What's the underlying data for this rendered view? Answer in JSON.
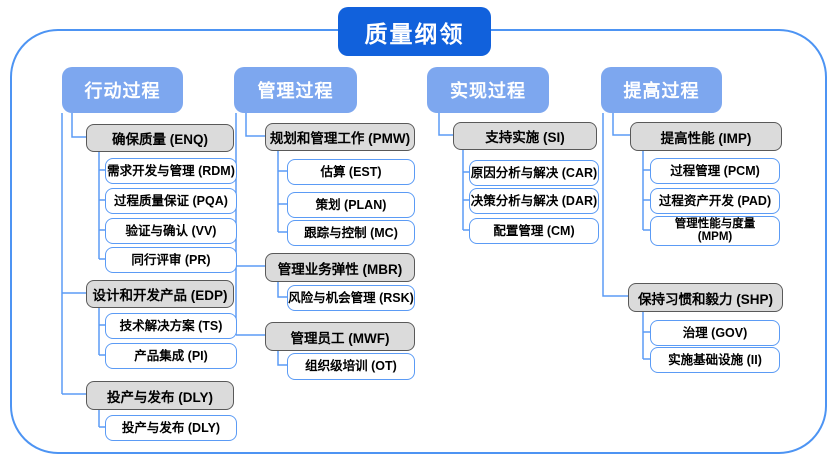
{
  "title": "质量纲领",
  "columns": [
    {
      "header": "行动过程",
      "groups": [
        {
          "label": "确保质量 (ENQ)",
          "children": [
            "需求开发与管理 (RDM)",
            "过程质量保证 (PQA)",
            "验证与确认 (VV)",
            "同行评审 (PR)"
          ]
        },
        {
          "label": "设计和开发产品 (EDP)",
          "children": [
            "技术解决方案 (TS)",
            "产品集成 (PI)"
          ]
        },
        {
          "label": "投产与发布 (DLY)",
          "children": [
            "投产与发布 (DLY)"
          ]
        }
      ]
    },
    {
      "header": "管理过程",
      "groups": [
        {
          "label": "规划和管理工作 (PMW)",
          "children": [
            "估算 (EST)",
            "策划 (PLAN)",
            "跟踪与控制 (MC)"
          ]
        },
        {
          "label": "管理业务弹性 (MBR)",
          "children": [
            "风险与机会管理 (RSK)"
          ]
        },
        {
          "label": "管理员工 (MWF)",
          "children": [
            "组织级培训 (OT)"
          ]
        }
      ]
    },
    {
      "header": "实现过程",
      "groups": [
        {
          "label": "支持实施 (SI)",
          "children": [
            "原因分析与解决 (CAR)",
            "决策分析与解决 (DAR)",
            "配置管理 (CM)"
          ]
        }
      ]
    },
    {
      "header": "提高过程",
      "groups": [
        {
          "label": "提高性能 (IMP)",
          "children": [
            "过程管理 (PCM)",
            "过程资产开发 (PAD)",
            "管理性能与度量\n(MPM)"
          ]
        },
        {
          "label": "保持习惯和毅力 (SHP)",
          "children": [
            "治理 (GOV)",
            "实施基础设施 (II)"
          ]
        }
      ]
    }
  ],
  "colors": {
    "title-bg": "#1161DC",
    "header-bg": "#7DA7EF",
    "frame-border": "#4D94F3",
    "node-border": "#5B9BF5",
    "line-color": "#5B9BF5",
    "gray-fill": "#DBDBDB",
    "gray-border": "#595959"
  }
}
